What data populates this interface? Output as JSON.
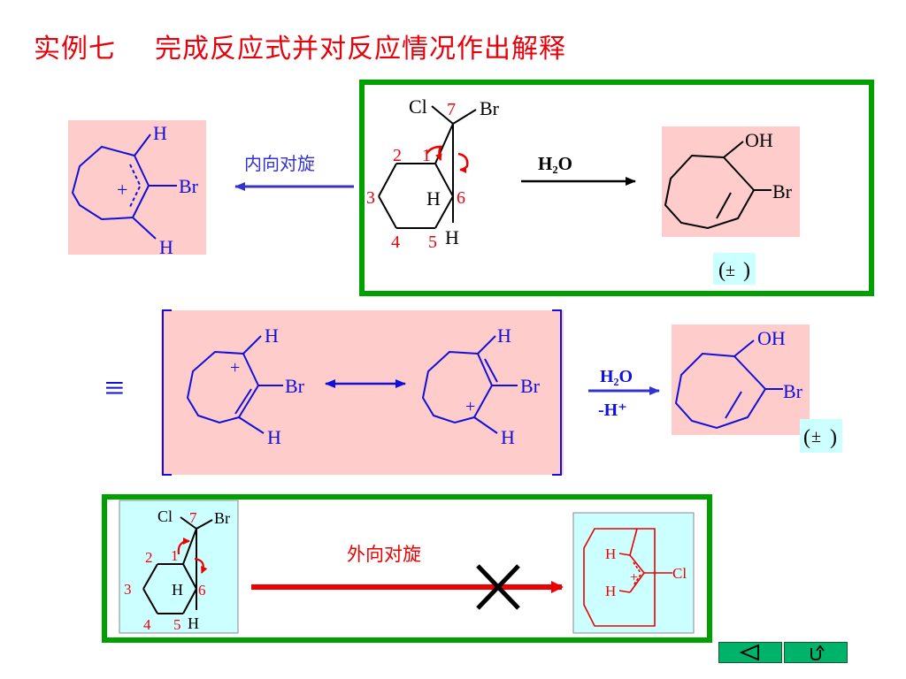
{
  "title": {
    "example": "实例七",
    "text": "完成反应式并对反应情况作出解释"
  },
  "colors": {
    "title": "#e8000b",
    "structure": "#1010d8",
    "number": "#e8000b",
    "pink_panel": "#ffcccc",
    "cyan_panel": "#ccffff",
    "green_frame": "#00a000",
    "arrow_blue": "#3333cc",
    "arrow_red": "#ee0000"
  },
  "reaction_top": {
    "arrow_label": "内向对旋",
    "reagent_h2o": "H₂O",
    "cation": {
      "h_top": "H",
      "h_bottom": "H",
      "plus": "+",
      "br": "Br"
    },
    "reactant": {
      "cl": "Cl",
      "br": "Br",
      "h_bridge": "H",
      "h_bottom": "H",
      "n1": "1",
      "n2": "2",
      "n3": "3",
      "n4": "4",
      "n5": "5",
      "n6": "6",
      "n7": "7"
    },
    "product": {
      "oh": "OH",
      "br": "Br",
      "racemic": "±"
    }
  },
  "resonance": {
    "equiv": "≡",
    "left": {
      "h_top": "H",
      "h_bottom": "H",
      "plus": "+",
      "br": "Br"
    },
    "right": {
      "h_top": "H",
      "h_bottom": "H",
      "plus": "+",
      "br": "Br"
    },
    "reagent_h2o": "H₂O",
    "reagent_minus_h": "-H⁺",
    "product": {
      "oh": "OH",
      "br": "Br",
      "racemic": "±"
    }
  },
  "reaction_bottom": {
    "arrow_label": "外向对旋",
    "cross": "✕",
    "reactant": {
      "cl": "Cl",
      "br": "Br",
      "h_bridge": "H",
      "h_bottom": "H",
      "n1": "1",
      "n2": "2",
      "n3": "3",
      "n4": "4",
      "n5": "5",
      "n6": "6",
      "n7": "7"
    },
    "product": {
      "h_top": "H",
      "h_bottom": "H",
      "plus": "+",
      "cl": "Cl"
    }
  },
  "nav": {
    "back": "back-arrow-icon",
    "return": "return-icon"
  }
}
